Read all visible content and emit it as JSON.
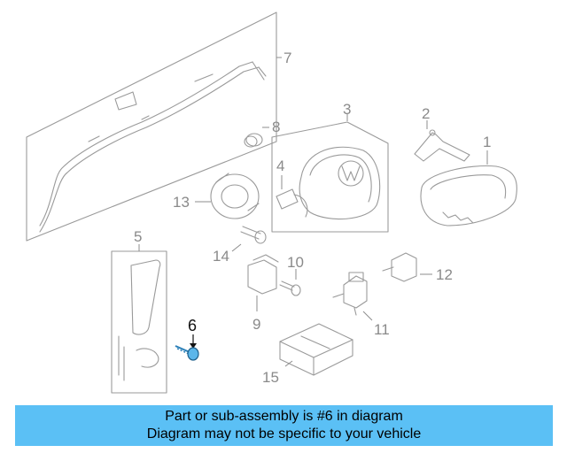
{
  "diagram": {
    "callouts": {
      "c1": "1",
      "c2": "2",
      "c3": "3",
      "c4": "4",
      "c5": "5",
      "c6": "6",
      "c7": "7",
      "c8": "8",
      "c9": "9",
      "c10": "10",
      "c11": "11",
      "c12": "12",
      "c13": "13",
      "c14": "14",
      "c15": "15"
    },
    "highlight_color": "#2a7fb8",
    "line_color": "#9a9a9a"
  },
  "banner": {
    "line1": "Part or sub-assembly is #6 in diagram",
    "line2": "Diagram may not be specific to your vehicle",
    "color": "#5bc0f5"
  }
}
